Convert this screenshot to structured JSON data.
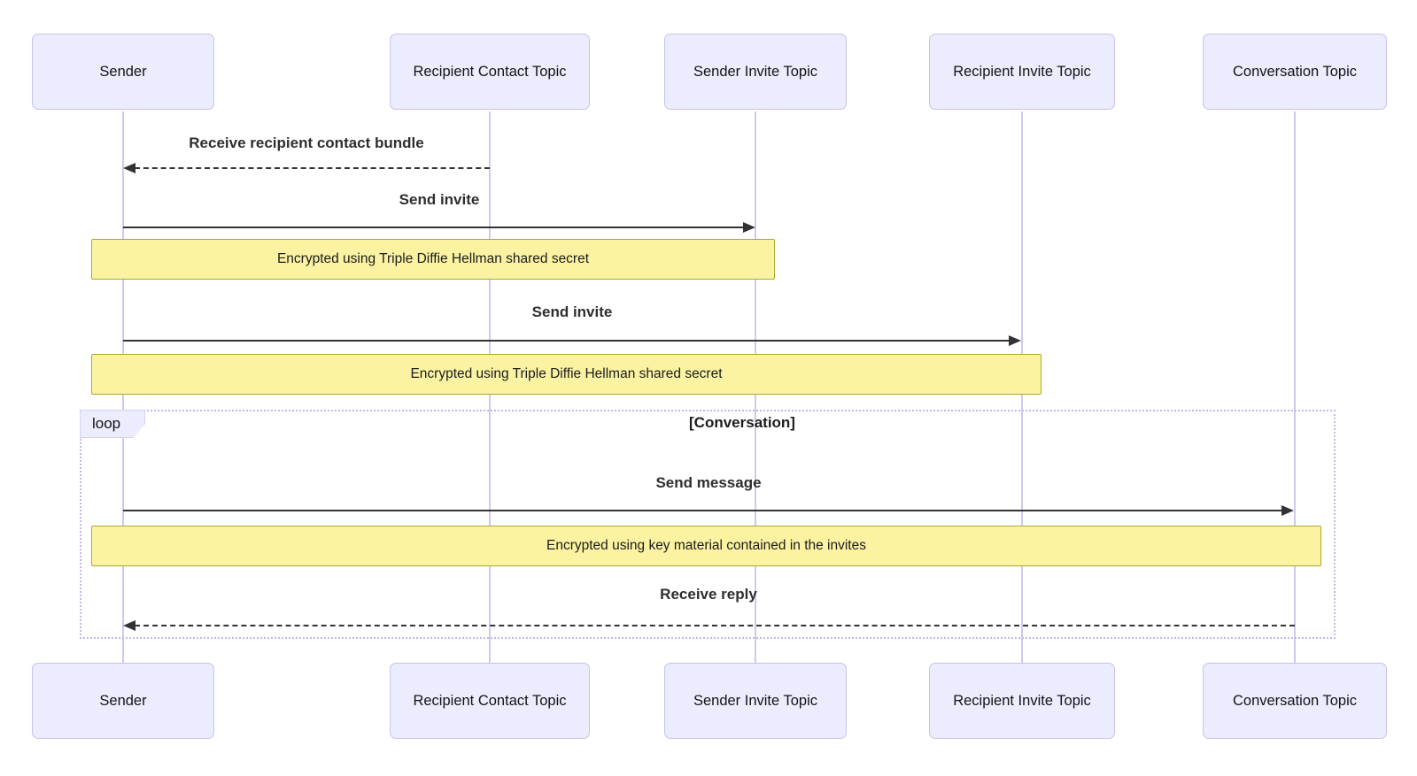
{
  "diagram": {
    "type": "sequence-diagram",
    "participants": [
      {
        "label": "Sender"
      },
      {
        "label": "Recipient Contact Topic"
      },
      {
        "label": "Sender Invite Topic"
      },
      {
        "label": "Recipient Invite Topic"
      },
      {
        "label": "Conversation Topic"
      }
    ],
    "messages": [
      {
        "label": "Receive recipient contact bundle",
        "from": "Recipient Contact Topic",
        "to": "Sender",
        "style": "dashed",
        "direction": "left"
      },
      {
        "label": "Send invite",
        "from": "Sender",
        "to": "Sender Invite Topic",
        "style": "solid",
        "direction": "right"
      },
      {
        "label": "Send invite",
        "from": "Sender",
        "to": "Recipient Invite Topic",
        "style": "solid",
        "direction": "right"
      },
      {
        "label": "Send message",
        "from": "Sender",
        "to": "Conversation Topic",
        "style": "solid",
        "direction": "right"
      },
      {
        "label": "Receive reply",
        "from": "Conversation Topic",
        "to": "Sender",
        "style": "dashed",
        "direction": "left"
      }
    ],
    "notes": [
      {
        "text": "Encrypted using Triple Diffie Hellman shared secret",
        "over": "Sender, Sender Invite Topic"
      },
      {
        "text": "Encrypted using Triple Diffie Hellman shared secret",
        "over": "Sender, Recipient Invite Topic"
      },
      {
        "text": "Encrypted using key material contained in the invites",
        "over": "Sender, Conversation Topic"
      }
    ],
    "loop": {
      "label": "loop",
      "title": "[Conversation]"
    },
    "colors": {
      "actor_fill": "#ECECFF",
      "actor_border": "#C8C2EC",
      "note_fill": "#FBF3A2",
      "note_border": "#AAAA33",
      "lifeline": "#CFC9EE",
      "loop_border": "#C0B7EA",
      "arrow": "#333333",
      "background": "#FFFFFF"
    }
  }
}
